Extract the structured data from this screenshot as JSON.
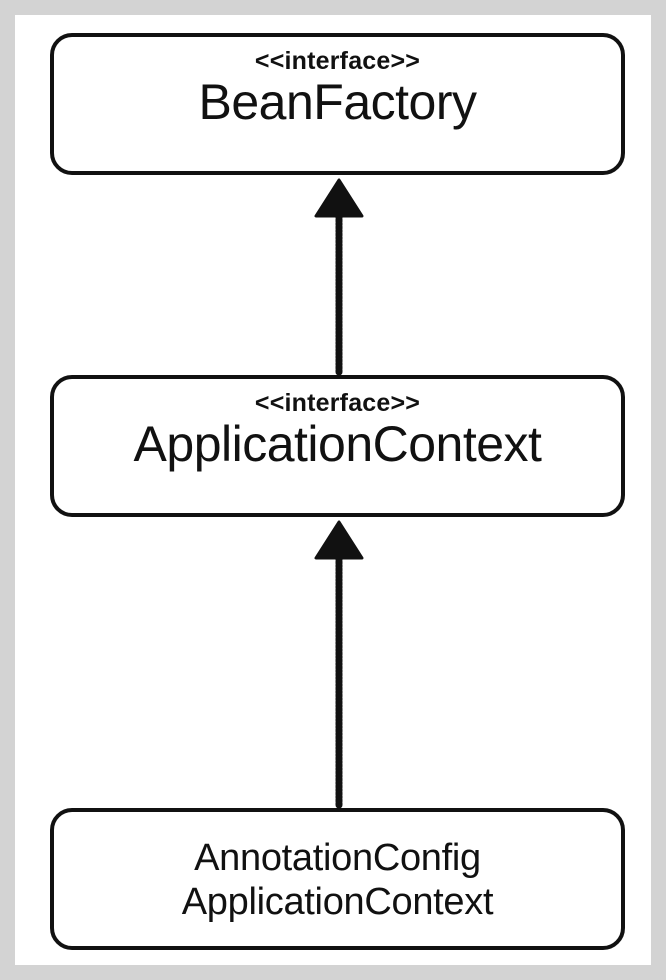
{
  "diagram": {
    "nodes": [
      {
        "id": "bean_factory",
        "stereotype": "<<interface>>",
        "name": "BeanFactory"
      },
      {
        "id": "application_context",
        "stereotype": "<<interface>>",
        "name": "ApplicationContext"
      },
      {
        "id": "annotation_config_application_context",
        "name_lines": [
          "AnnotationConfig",
          "ApplicationContext"
        ]
      }
    ],
    "edges": [
      {
        "from": "application_context",
        "to": "bean_factory",
        "type": "inheritance"
      },
      {
        "from": "annotation_config_application_context",
        "to": "application_context",
        "type": "inheritance"
      }
    ],
    "colors": {
      "background": "#ffffff",
      "frame": "#d3d3d3",
      "stroke": "#111111"
    }
  }
}
